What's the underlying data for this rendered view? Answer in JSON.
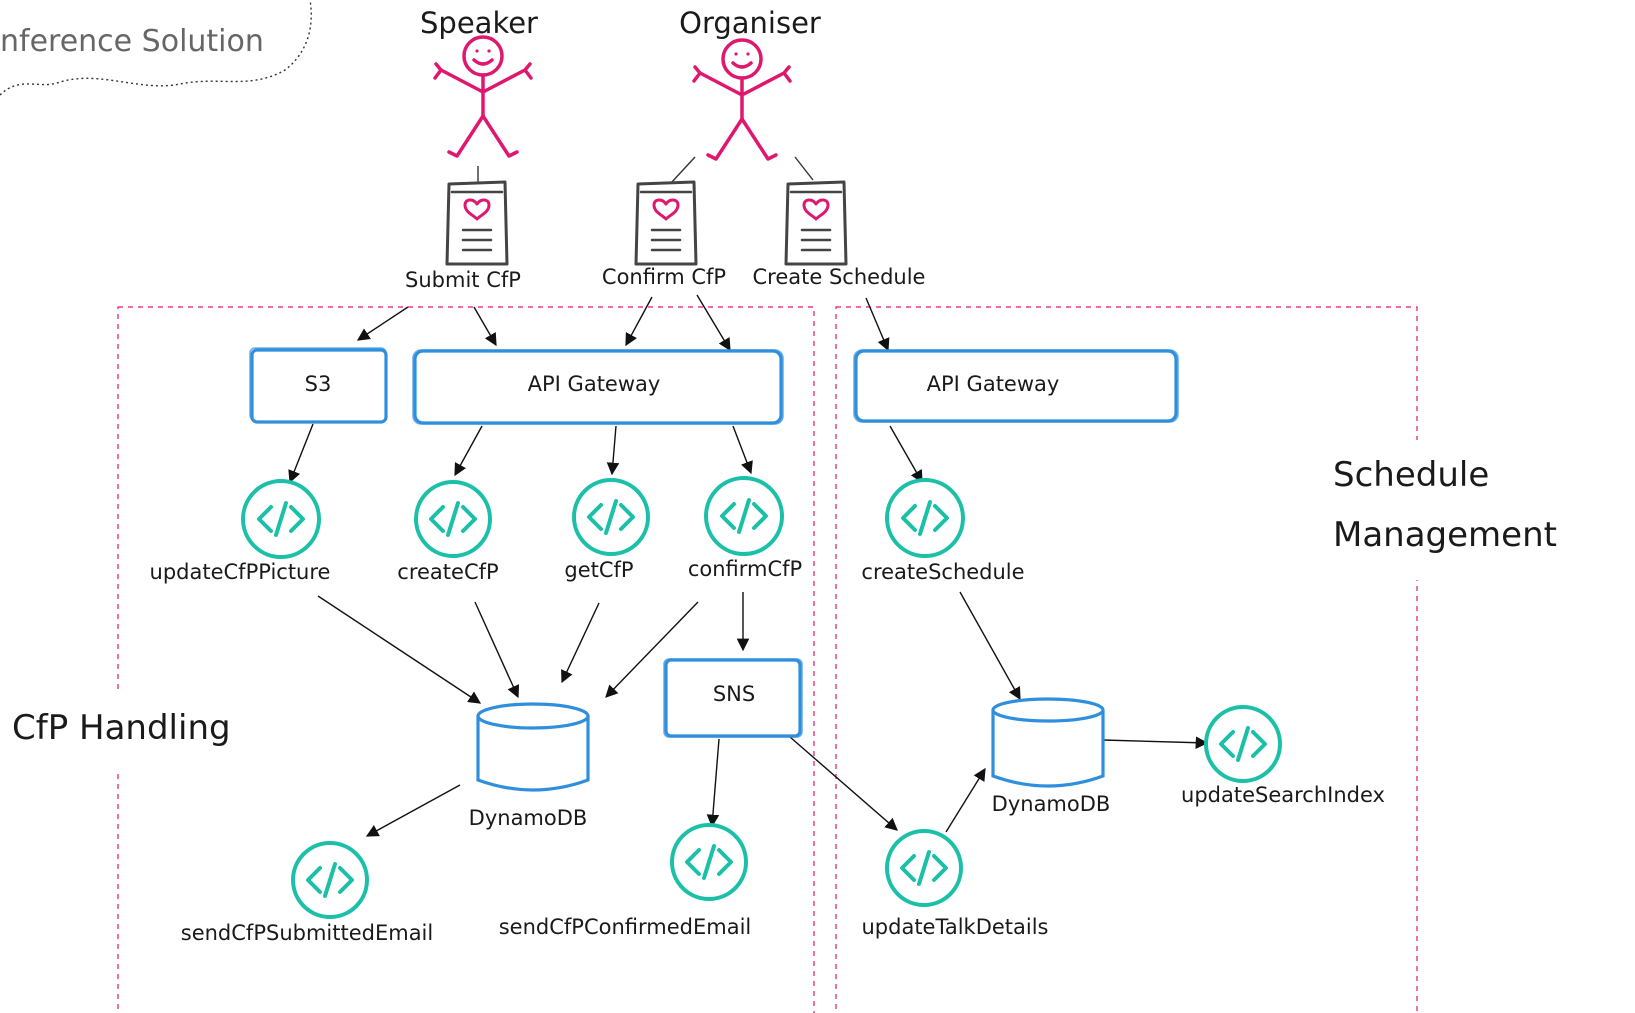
{
  "cloud": {
    "text": "nference Solution"
  },
  "actors": {
    "speaker": "Speaker",
    "organiser": "Organiser"
  },
  "actions": {
    "submit": "Submit CfP",
    "confirm": "Confirm CfP",
    "create_schedule": "Create Schedule"
  },
  "regions": {
    "cfp": "CfP Handling",
    "schedule_line1": "Schedule",
    "schedule_line2": "Management"
  },
  "services": {
    "s3": "S3",
    "api_gateway_1": "API Gateway",
    "api_gateway_2": "API Gateway",
    "sns": "SNS",
    "dynamodb_1": "DynamoDB",
    "dynamodb_2": "DynamoDB"
  },
  "functions": {
    "update_picture": "updateCfPPicture",
    "create_cfp": "createCfP",
    "get_cfp": "getCfP",
    "confirm_cfp": "confirmCfP",
    "create_schedule": "createSchedule",
    "send_submitted": "sendCfPSubmittedEmail",
    "send_confirmed": "sendCfPConfirmedEmail",
    "update_talk": "updateTalkDetails",
    "update_search": "updateSearchIndex"
  },
  "colors": {
    "actor": "#e0176f",
    "service_outline": "#2f8fdc",
    "lambda": "#1cc0a8",
    "region_border": "#e0176f"
  }
}
